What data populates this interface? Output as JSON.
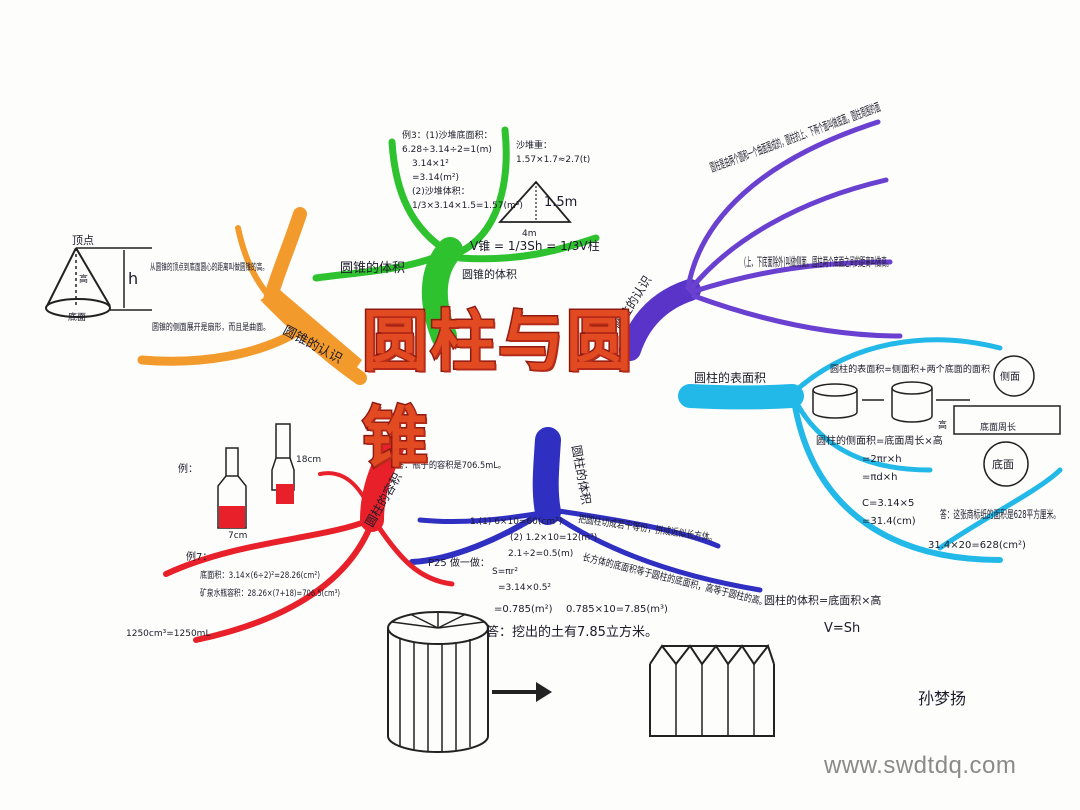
{
  "title": "圆柱与圆锥",
  "watermark": "www.swdtdq.com",
  "signature": "孙梦扬",
  "branches": {
    "orange": {
      "color": "#f39a2c",
      "label": "圆锥的认识",
      "notes": [
        "从圆锥的顶点到底面圆心的距离叫做圆锥的高。",
        "圆锥的侧面展开是扇形，而且是曲面。"
      ],
      "diagram_labels": [
        "顶点",
        "高",
        "底面",
        "h"
      ]
    },
    "green": {
      "color": "#2ec22e",
      "label": "圆锥的体积",
      "formula": "V锥 = 1/3Sh = 1/3V柱",
      "sub_label": "圆锥的体积",
      "example_lines": [
        "例3：(1)沙堆底面积：",
        "6.28÷3.14÷2=1(m)",
        "3.14×1²",
        "=3.14(m²)",
        "(2)沙堆体积：",
        "1/3×3.14×1.5=1.57(m³)",
        "沙堆重：",
        "1.57×1.7≈2.7(t)"
      ],
      "diagram_labels": [
        "1.5m",
        "4m"
      ]
    },
    "purple": {
      "color": "#5a34c8",
      "label": "圆柱的认识",
      "notes": [
        "圆柱是由两个圆和一个曲面围成的，圆柱的上、下两个面叫做底面。圆柱周围的面",
        "(上、下底面除外)叫做侧面。圆柱两个底面之间的距离叫做高。"
      ]
    },
    "cyan": {
      "color": "#22b8e8",
      "label": "圆柱的表面积",
      "notes": [
        "圆柱的表面积=侧面积+两个底面的面积",
        "圆柱的侧面积=底面周长×高",
        "=2πr×h",
        "=πd×h"
      ],
      "diagram_labels": [
        "侧面",
        "底面",
        "高",
        "底面周长"
      ],
      "example_lines": [
        "C=3.14×5",
        "=31.4(cm)",
        "31.4×20=628(cm²)",
        "答：这张商标纸的面积是628平方厘米。"
      ]
    },
    "blue": {
      "color": "#2f2fc2",
      "label": "圆柱的体积",
      "notes": [
        "把圆柱切成若干等份，拼成近似长方体。",
        "长方体的底面积等于圆柱的底面积，高等于圆柱的高。",
        "圆柱的体积=底面积×高",
        "V=Sh"
      ],
      "example_lines": [
        "P25 做一做：",
        "1.(1) 6×10=60(cm³)",
        "(2) 1.2×10=12(m³)",
        "2.1÷2=0.5(m)",
        "S=πr²",
        "=3.14×0.5²",
        "=0.785(m²)",
        "0.785×10=7.85(m³)",
        "答：挖出的土有7.85立方米。"
      ]
    },
    "red": {
      "color": "#e8202a",
      "label": "圆柱的容积",
      "notes": [
        "例7：",
        "底面积：3.14×(6÷2)²=28.26(cm²)",
        "矿泉水瓶容积：28.26×(7+18)=706.5(cm³)",
        "1250cm³=1250mL",
        "答：瓶子的容积是706.5mL。"
      ],
      "diagram_labels": [
        "7cm",
        "18cm",
        "例："
      ]
    }
  }
}
